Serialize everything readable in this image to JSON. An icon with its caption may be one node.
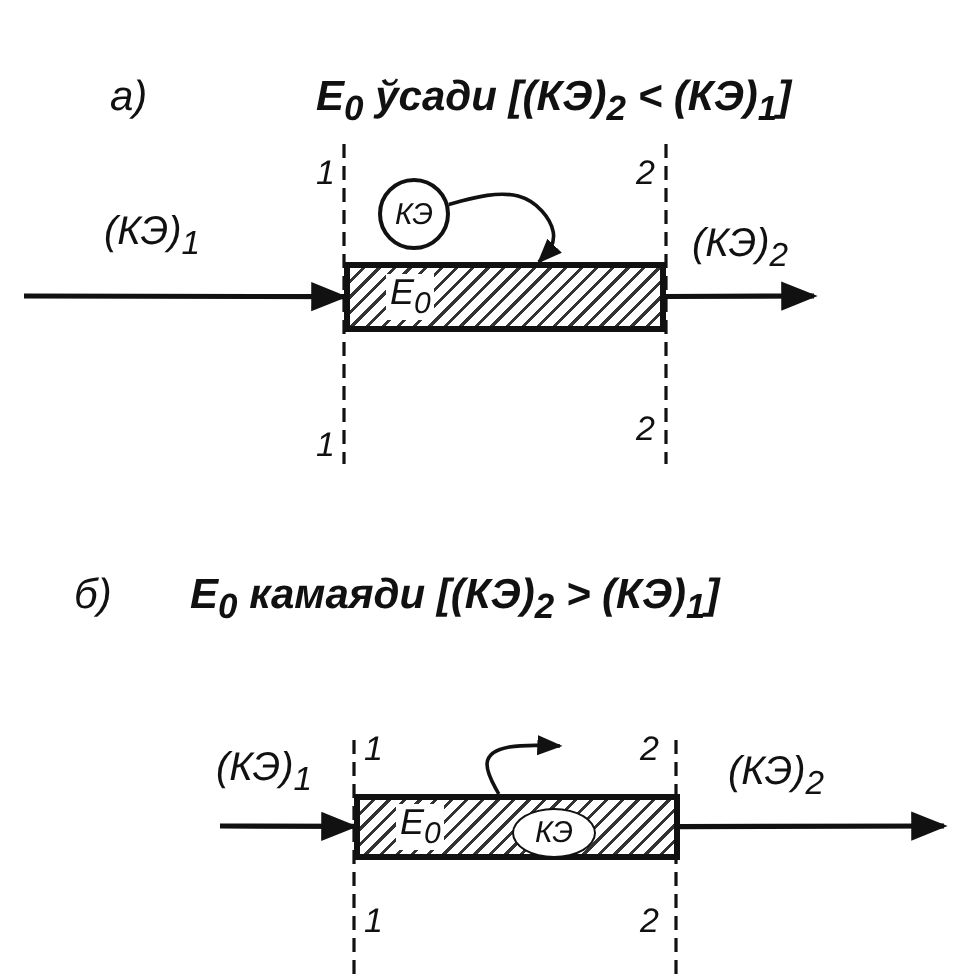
{
  "diagram": {
    "nodes": [
      {
        "text": [
          "КЭ"
        ]
      },
      {
        "text": [
          "E$_{0}$"
        ]
      },
      {
        "text": [
          "E$_{0}$"
        ]
      },
      {
        "text": [
          "КЭ"
        ],
        "in": 2
      }
    ],
    "edges": [
      {
        "from": null,
        "to": 1,
        "arrow": "to",
        "label": "(КЭ)$_{1}$"
      },
      {
        "from": 1,
        "to": null,
        "arrow": "to",
        "label": "(КЭ)$_{2}$"
      },
      {
        "from": 0,
        "to": 1,
        "arrow": "to"
      },
      {
        "from": null,
        "to": 2,
        "arrow": "to",
        "label": "(КЭ)$_{1}$"
      },
      {
        "from": 2,
        "to": null,
        "arrow": "to",
        "label": "(КЭ)$_{2}$"
      },
      {
        "from": 2,
        "to": null,
        "arrow": "to"
      }
    ],
    "labels": [
      "а)",
      "E$_{0}$ ўсади [(КЭ)$_{2}$ < (КЭ)$_{1}$]",
      "1",
      "2",
      "1",
      "2",
      "б)",
      "E$_{0}$ камаяди [(КЭ)$_{2}$ > (КЭ)$_{1}$]",
      "1",
      "2",
      "1",
      "2"
    ]
  }
}
